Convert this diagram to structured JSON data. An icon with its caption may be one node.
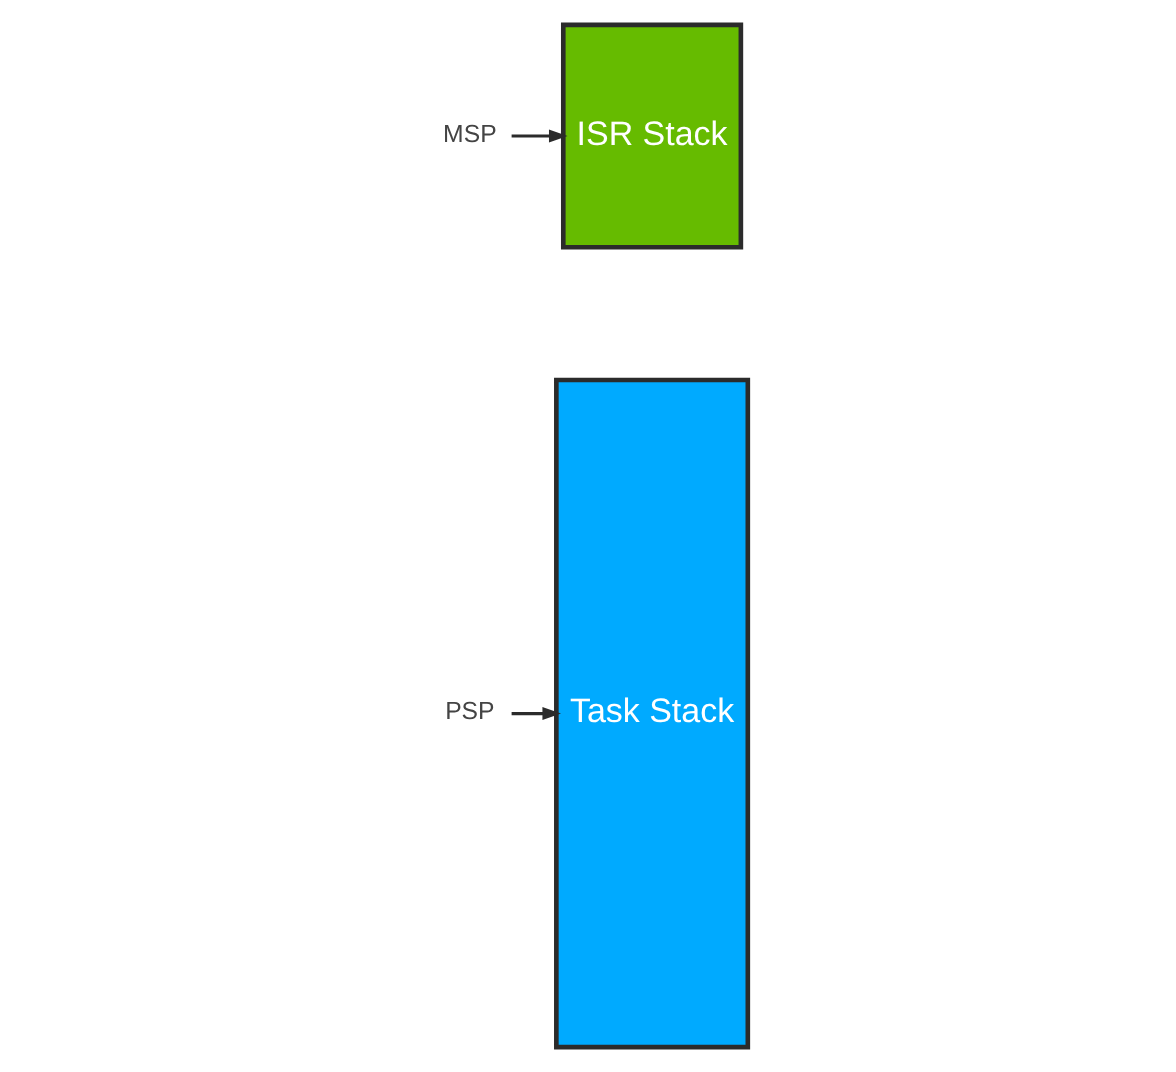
{
  "diagram": {
    "nodes": [
      {
        "text": [
          "Task Stack"
        ]
      },
      {
        "text": [
          "ISR Stack"
        ]
      },
      {
        "text": [
          "MSP"
        ]
      },
      {
        "text": [
          "PSP"
        ]
      }
    ],
    "edges": [
      {
        "from": 2,
        "to": 1,
        "arrow": "to"
      },
      {
        "from": 3,
        "to": 0,
        "arrow": "to"
      }
    ]
  }
}
